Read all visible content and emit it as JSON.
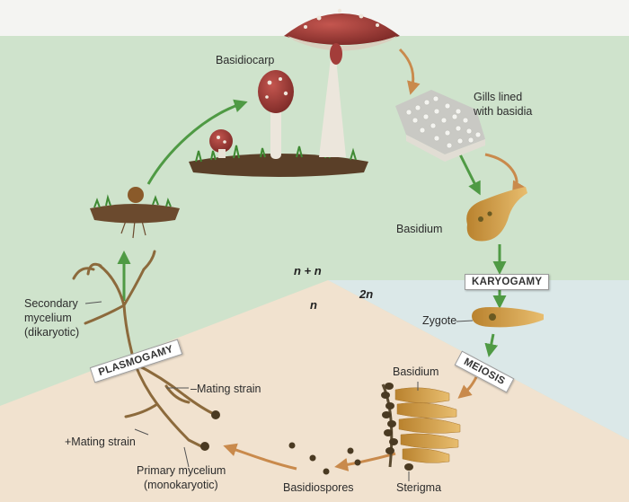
{
  "diagram": {
    "labels": {
      "basidiocarp": "Basidiocarp",
      "gills_line1": "Gills lined",
      "gills_line2": "with basidia",
      "basidium_top": "Basidium",
      "zygote": "Zygote",
      "basidium_bottom": "Basidium",
      "sterigma": "Sterigma",
      "basidiospores": "Basidiospores",
      "primary_line1": "Primary mycelium",
      "primary_line2": "(monokaryotic)",
      "plus_mating": "+Mating strain",
      "minus_mating": "–Mating strain",
      "secondary_line1": "Secondary",
      "secondary_line2": "mycelium",
      "secondary_line3": "(dikaryotic)"
    },
    "stages": {
      "karyogamy": "KARYOGAMY",
      "meiosis": "MEIOSIS",
      "plasmogamy": "PLASMOGAMY"
    },
    "regions": {
      "n_plus_n": "n + n",
      "two_n": "2n",
      "n": "n"
    },
    "colors": {
      "green_region": "#cfe3cc",
      "peach_region": "#f1e2cf",
      "blue_region": "#dbe8e8",
      "arrow_green": "#4f9a44",
      "arrow_orange": "#c98a4c",
      "mushroom_cap": "#a33d3a",
      "basidium": "#d7a24c"
    }
  }
}
